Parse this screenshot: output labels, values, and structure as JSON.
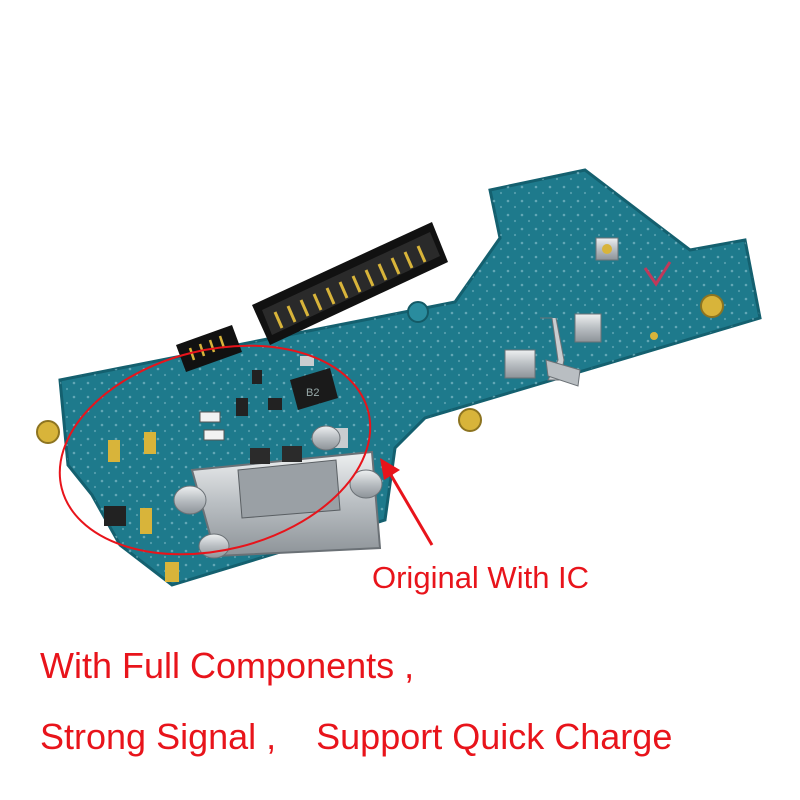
{
  "product": {
    "callout_label": "Original With IC",
    "caption_line1": "With Full Components ,",
    "caption_line2": "Strong Signal ,    Support Quick Charge"
  },
  "board": {
    "chip_marking": "B2",
    "colors": {
      "pcb": "#1e7a8c",
      "pcb_dark": "#14606f",
      "gold": "#d8b43a",
      "silver": "#c9cdd0",
      "chip": "#1a1a1a",
      "annotation": "#e8141b"
    }
  }
}
